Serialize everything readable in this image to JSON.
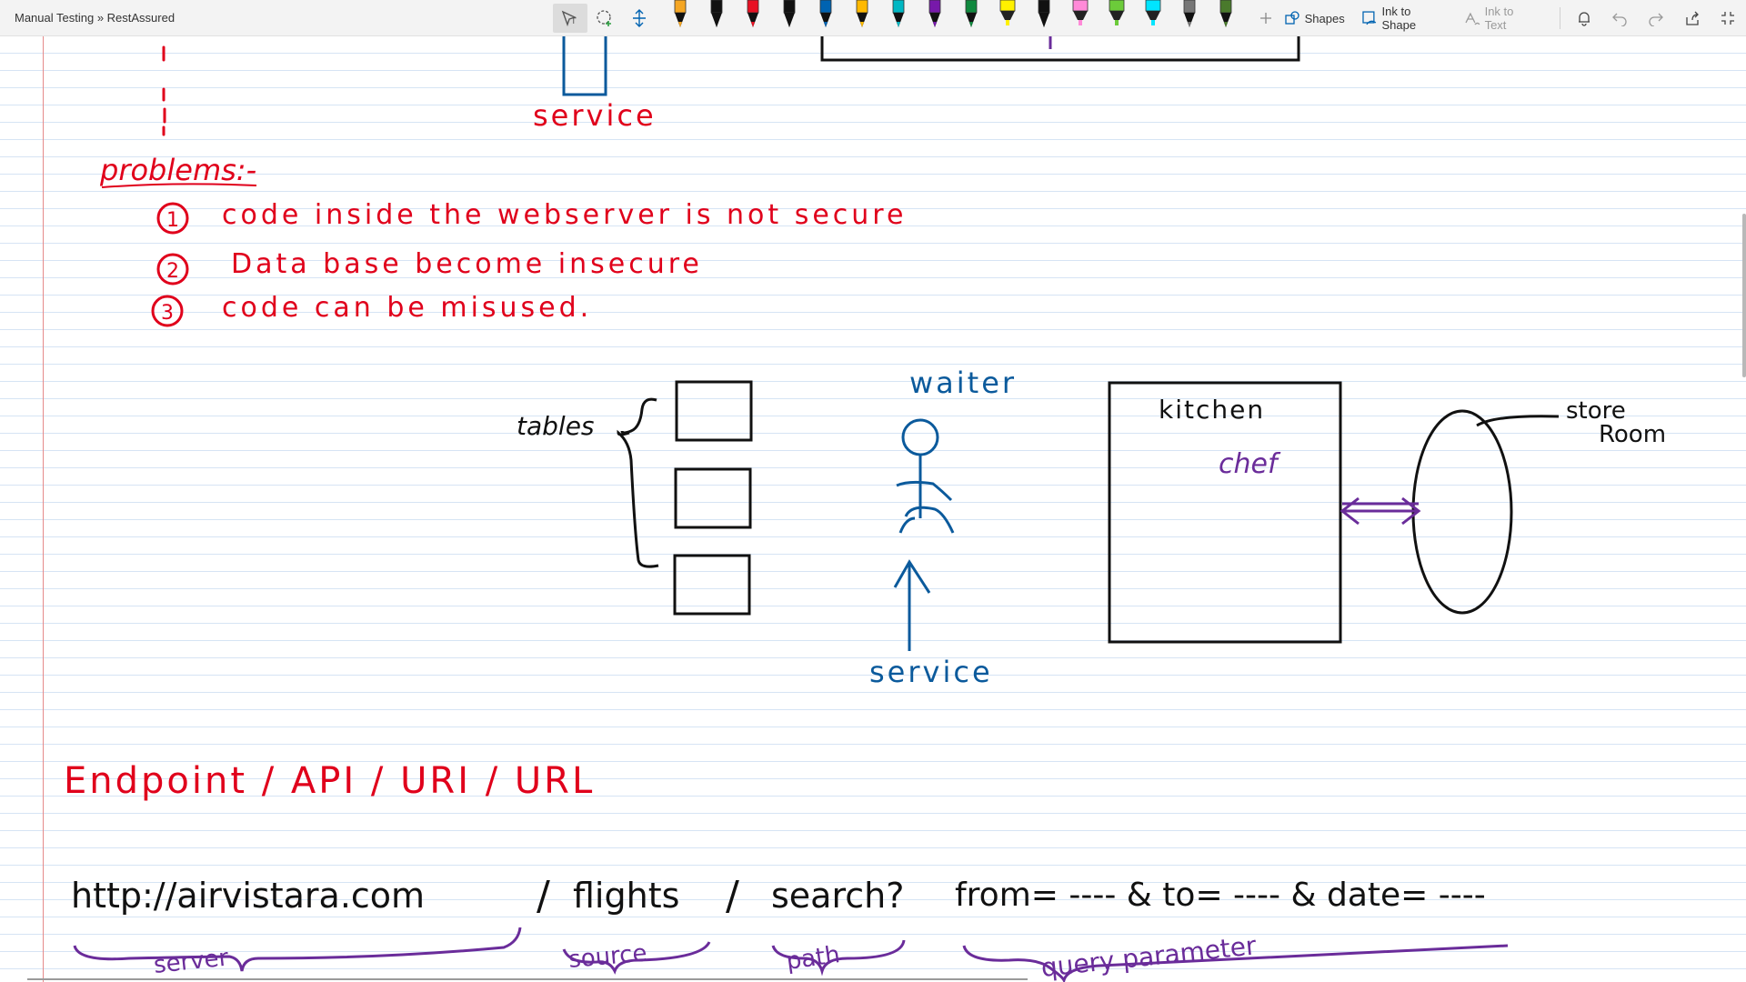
{
  "breadcrumb": "Manual Testing » RestAssured",
  "toolbar": {
    "shapes_label": "Shapes",
    "ink_to_shape_label": "Ink to Shape",
    "ink_to_text_label": "Ink to Text",
    "pens": [
      {
        "name": "pen-orange",
        "color": "#f5a623"
      },
      {
        "name": "pen-black-1",
        "color": "#111111"
      },
      {
        "name": "pen-red",
        "color": "#e81123"
      },
      {
        "name": "pen-black-2",
        "color": "#111111"
      },
      {
        "name": "pen-blue",
        "color": "#0063b1"
      },
      {
        "name": "pen-yellow",
        "color": "#ffb900"
      },
      {
        "name": "pen-cyan",
        "color": "#00b7c3"
      },
      {
        "name": "pen-purple",
        "color": "#7719aa"
      },
      {
        "name": "pen-green",
        "color": "#10893e"
      },
      {
        "name": "highlighter-yellow",
        "color": "#fff100"
      },
      {
        "name": "pen-black-3",
        "color": "#111111"
      },
      {
        "name": "highlighter-pink",
        "color": "#ff8ad8"
      },
      {
        "name": "highlighter-green",
        "color": "#6ccb3a"
      },
      {
        "name": "highlighter-cyan",
        "color": "#00e5ff"
      },
      {
        "name": "pen-gray",
        "color": "#777777"
      },
      {
        "name": "pen-galaxy",
        "color": "#4a7a2c"
      }
    ]
  },
  "ink": {
    "top_service": "service",
    "problems_heading": "problems:-",
    "problems": [
      {
        "num": "1",
        "text": "code inside the webserver is not secure"
      },
      {
        "num": "2",
        "text": "Data base become insecure"
      },
      {
        "num": "3",
        "text": "code can be misused."
      }
    ],
    "tables_label": "tables",
    "waiter_label": "waiter",
    "kitchen_label": "kitchen",
    "chef_label": "chef",
    "store_room_label_1": "store",
    "store_room_label_2": "Room",
    "service_label": "service",
    "endpoint_heading": "Endpoint / API / URI / URL",
    "url_parts": {
      "server_part": "http://airvistara.com",
      "resource_part": "flights",
      "path_part": "search?",
      "query_part": "from= ---- & to= ---- & date= ----",
      "sep1": "/",
      "sep2": "/"
    },
    "brace_labels": {
      "server": "server",
      "source": "source",
      "path": "path",
      "query": "query parameter"
    }
  },
  "colors": {
    "red_ink": "#e0001b",
    "blue_ink": "#0b5a9c",
    "black_ink": "#111111",
    "purple_ink": "#6a2c9a"
  }
}
